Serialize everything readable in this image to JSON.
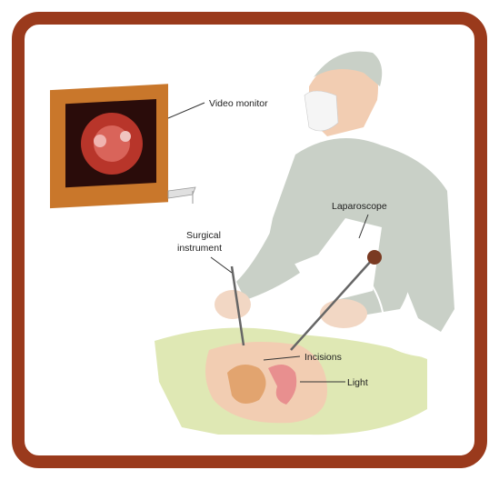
{
  "labels": {
    "video_monitor": "Video monitor",
    "laparoscope": "Laparoscope",
    "surgical_instrument_line1": "Surgical",
    "surgical_instrument_line2": "instrument",
    "incisions": "Incisions",
    "light": "Light"
  },
  "colors": {
    "frame": "#9a3a1c",
    "gown": "#c9d0c7",
    "skin": "#f2cdb2",
    "drape": "#dfe8b4",
    "monitor_wood": "#c9772b",
    "organ": "#e2a46f"
  },
  "icons": {
    "surgeon": "surgeon-figure",
    "monitor": "video-monitor-icon"
  }
}
